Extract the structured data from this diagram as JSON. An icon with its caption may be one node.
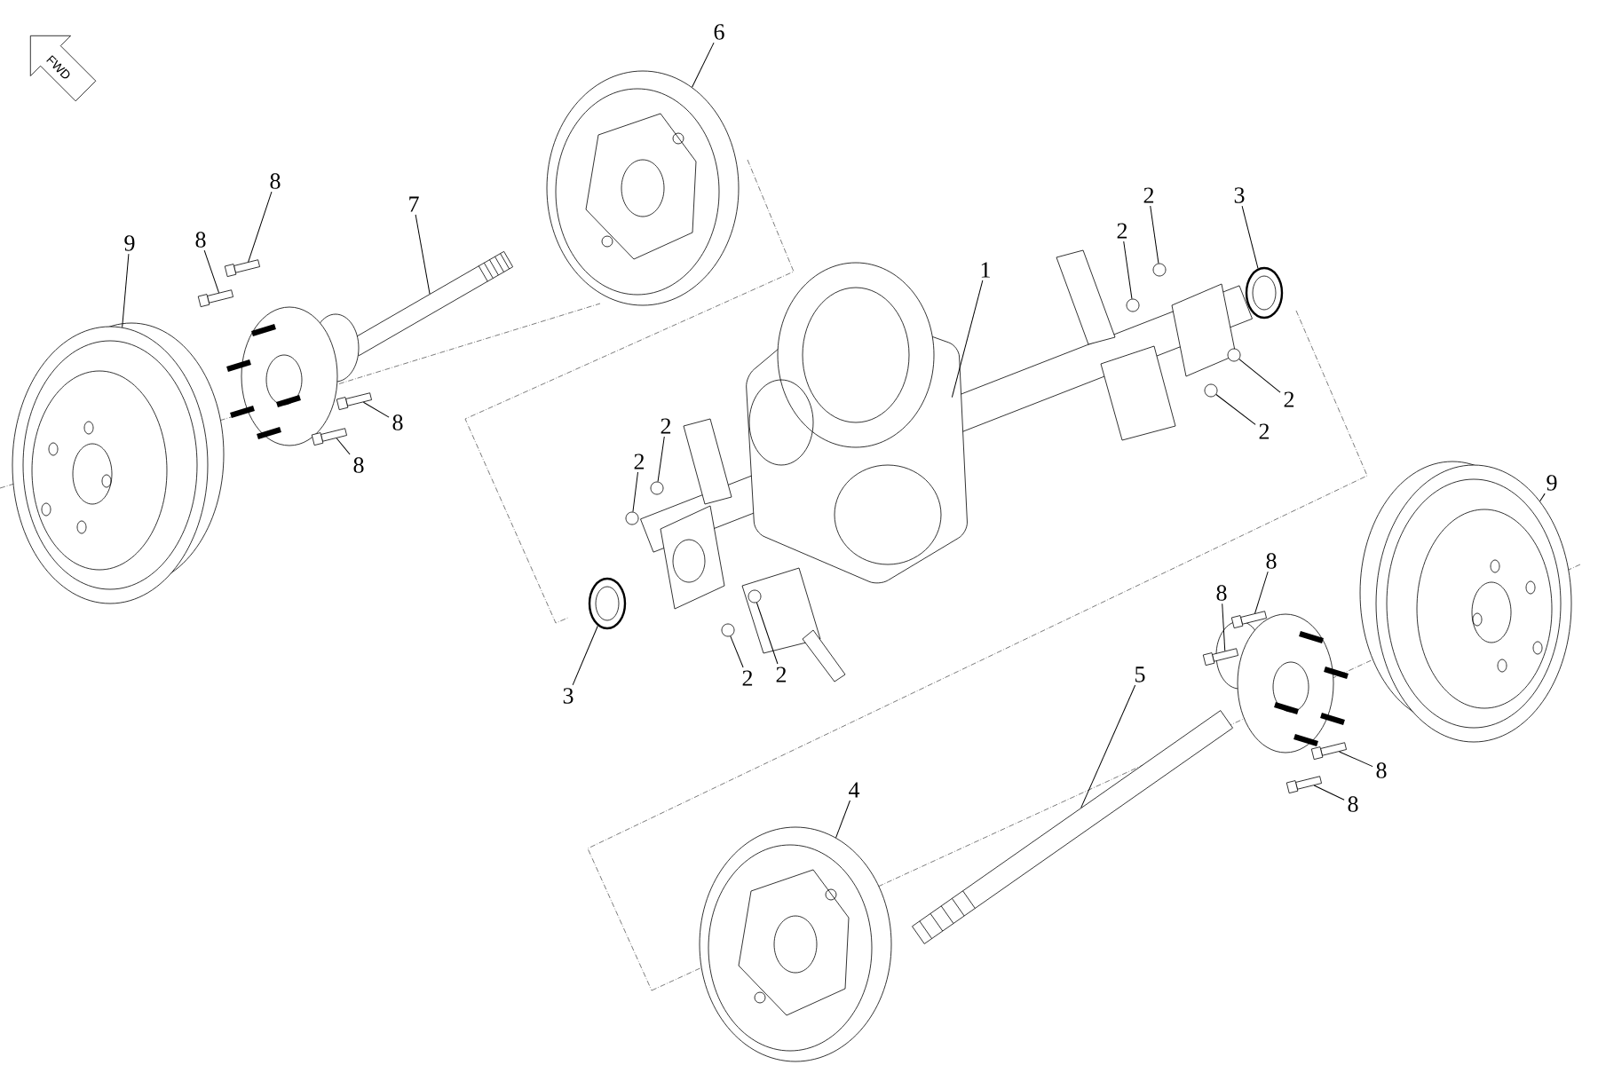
{
  "diagram": {
    "nodes": [
      {
        "text": [
          "6"
        ]
      },
      {
        "text": [
          "8"
        ]
      },
      {
        "text": [
          "2"
        ]
      },
      {
        "text": [
          "3"
        ]
      },
      {
        "text": [
          "7"
        ]
      },
      {
        "text": [
          "2"
        ]
      },
      {
        "text": [
          "8"
        ]
      },
      {
        "text": [
          "9"
        ]
      },
      {
        "text": [
          "1"
        ]
      },
      {
        "text": [
          "2"
        ]
      },
      {
        "text": [
          "8"
        ]
      },
      {
        "text": [
          "2"
        ]
      },
      {
        "text": [
          "2"
        ]
      },
      {
        "text": [
          "2"
        ]
      },
      {
        "text": [
          "8"
        ]
      },
      {
        "text": [
          "9"
        ]
      },
      {
        "text": [
          "8"
        ]
      },
      {
        "text": [
          "8"
        ]
      },
      {
        "text": [
          "5"
        ]
      },
      {
        "text": [
          "2"
        ]
      },
      {
        "text": [
          "2"
        ]
      },
      {
        "text": [
          "3"
        ]
      },
      {
        "text": [
          "8"
        ]
      },
      {
        "text": [
          "4"
        ]
      },
      {
        "text": [
          "8"
        ]
      },
      {
        "text": [],
        "shape": "picture"
      },
      {
        "text": [],
        "shape": "box"
      },
      {
        "text": [],
        "shape": "box"
      },
      {
        "text": [],
        "shape": "picture"
      },
      {
        "text": [],
        "shape": "picture"
      },
      {
        "text": [],
        "shape": "box"
      },
      {
        "text": [],
        "shape": "box"
      },
      {
        "text": [],
        "shape": "picture"
      },
      {
        "text": [],
        "shape": "circle"
      },
      {
        "text": [],
        "shape": "circle"
      },
      {
        "text": [],
        "shape": "circle"
      },
      {
        "text": [],
        "shape": "circle"
      },
      {
        "text": [],
        "shape": "circle"
      },
      {
        "text": [],
        "shape": "circle"
      },
      {
        "text": [],
        "shape": "circle"
      },
      {
        "text": [],
        "shape": "circle"
      },
      {
        "text": [],
        "shape": "picture"
      },
      {
        "text": [],
        "shape": "picture"
      },
      {
        "text": [],
        "shape": "box"
      },
      {
        "text": [],
        "shape": "box"
      },
      {
        "text": [],
        "shape": "box"
      },
      {
        "text": [],
        "shape": "box"
      },
      {
        "text": [],
        "shape": "picture"
      },
      {
        "text": [],
        "shape": "picture"
      },
      {
        "text": [],
        "shape": "picture"
      }
    ],
    "edges": [
      {
        "from": 0,
        "to": 29,
        "arrow": "none"
      },
      {
        "from": 1,
        "to": 26,
        "arrow": "none"
      },
      {
        "from": 2,
        "to": 33,
        "arrow": "none"
      },
      {
        "from": 3,
        "to": 41,
        "arrow": "none"
      },
      {
        "from": 4,
        "to": 28,
        "arrow": "none"
      },
      {
        "from": 5,
        "to": 34,
        "arrow": "none"
      },
      {
        "from": 6,
        "to": 27,
        "arrow": "none"
      },
      {
        "from": 7,
        "to": 25,
        "arrow": "none"
      },
      {
        "from": 8,
        "to": 32,
        "arrow": "none"
      },
      {
        "from": 9,
        "to": 35,
        "arrow": "none"
      },
      {
        "from": 10,
        "to": 30,
        "arrow": "none"
      },
      {
        "from": 11,
        "to": 37,
        "arrow": "none"
      },
      {
        "from": 12,
        "to": 36,
        "arrow": "none"
      },
      {
        "from": 13,
        "to": 38,
        "arrow": "none"
      },
      {
        "from": 14,
        "to": 31,
        "arrow": "none"
      },
      {
        "from": 15,
        "to": 49,
        "arrow": "none"
      },
      {
        "from": 16,
        "to": 43,
        "arrow": "none"
      },
      {
        "from": 17,
        "to": 44,
        "arrow": "none"
      },
      {
        "from": 18,
        "to": 47,
        "arrow": "none"
      },
      {
        "from": 19,
        "to": 40,
        "arrow": "none"
      },
      {
        "from": 20,
        "to": 39,
        "arrow": "none"
      },
      {
        "from": 21,
        "to": 42,
        "arrow": "none"
      },
      {
        "from": 22,
        "to": 45,
        "arrow": "none"
      },
      {
        "from": 23,
        "to": 48,
        "arrow": "none"
      },
      {
        "from": 24,
        "to": 46,
        "arrow": "none"
      }
    ],
    "labels": [
      "FWD"
    ]
  }
}
